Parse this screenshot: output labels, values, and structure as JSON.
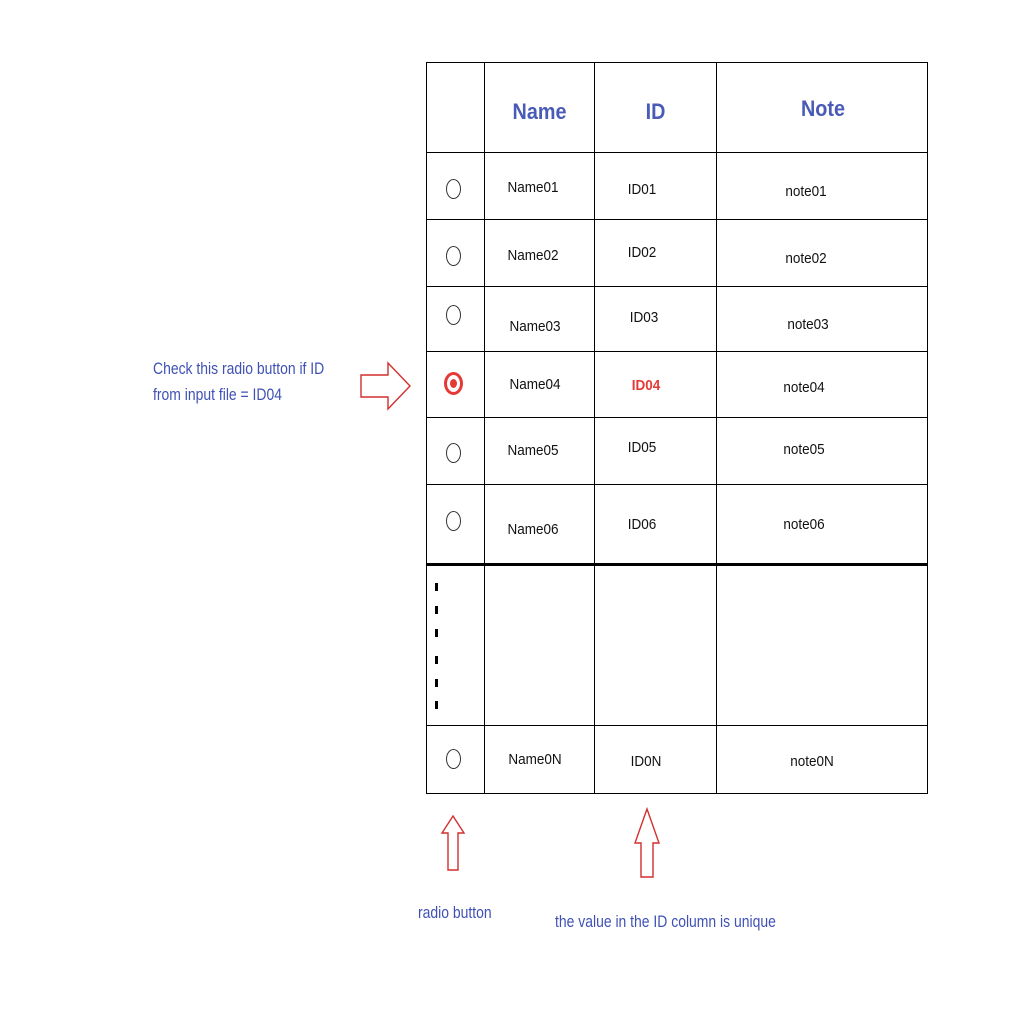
{
  "columns": {
    "name": "Name",
    "id": "ID",
    "note": "Note"
  },
  "rows": [
    {
      "name": "Name01",
      "id": "ID01",
      "note": "note01",
      "checked": false
    },
    {
      "name": "Name02",
      "id": "ID02",
      "note": "note02",
      "checked": false
    },
    {
      "name": "Name03",
      "id": "ID03",
      "note": "note03",
      "checked": false
    },
    {
      "name": "Name04",
      "id": "ID04",
      "note": "note04",
      "checked": true
    },
    {
      "name": "Name05",
      "id": "ID05",
      "note": "note05",
      "checked": false
    },
    {
      "name": "Name06",
      "id": "ID06",
      "note": "note06",
      "checked": false
    }
  ],
  "last_row": {
    "name": "Name0N",
    "id": "ID0N",
    "note": "note0N",
    "checked": false
  },
  "annotations": {
    "check_line1": "Check this radio button if ID",
    "check_line2": "from input file = ID04",
    "radio_label": "radio button",
    "unique_label": "the value in the ID column is unique"
  },
  "colors": {
    "annotation_text": "#3f51b5",
    "arrow": "#d32f2f",
    "header_text": "#4a5ab7",
    "selected": "#e53935"
  },
  "icons": {
    "annotation_arrows": "hollow-arrow-icon"
  }
}
